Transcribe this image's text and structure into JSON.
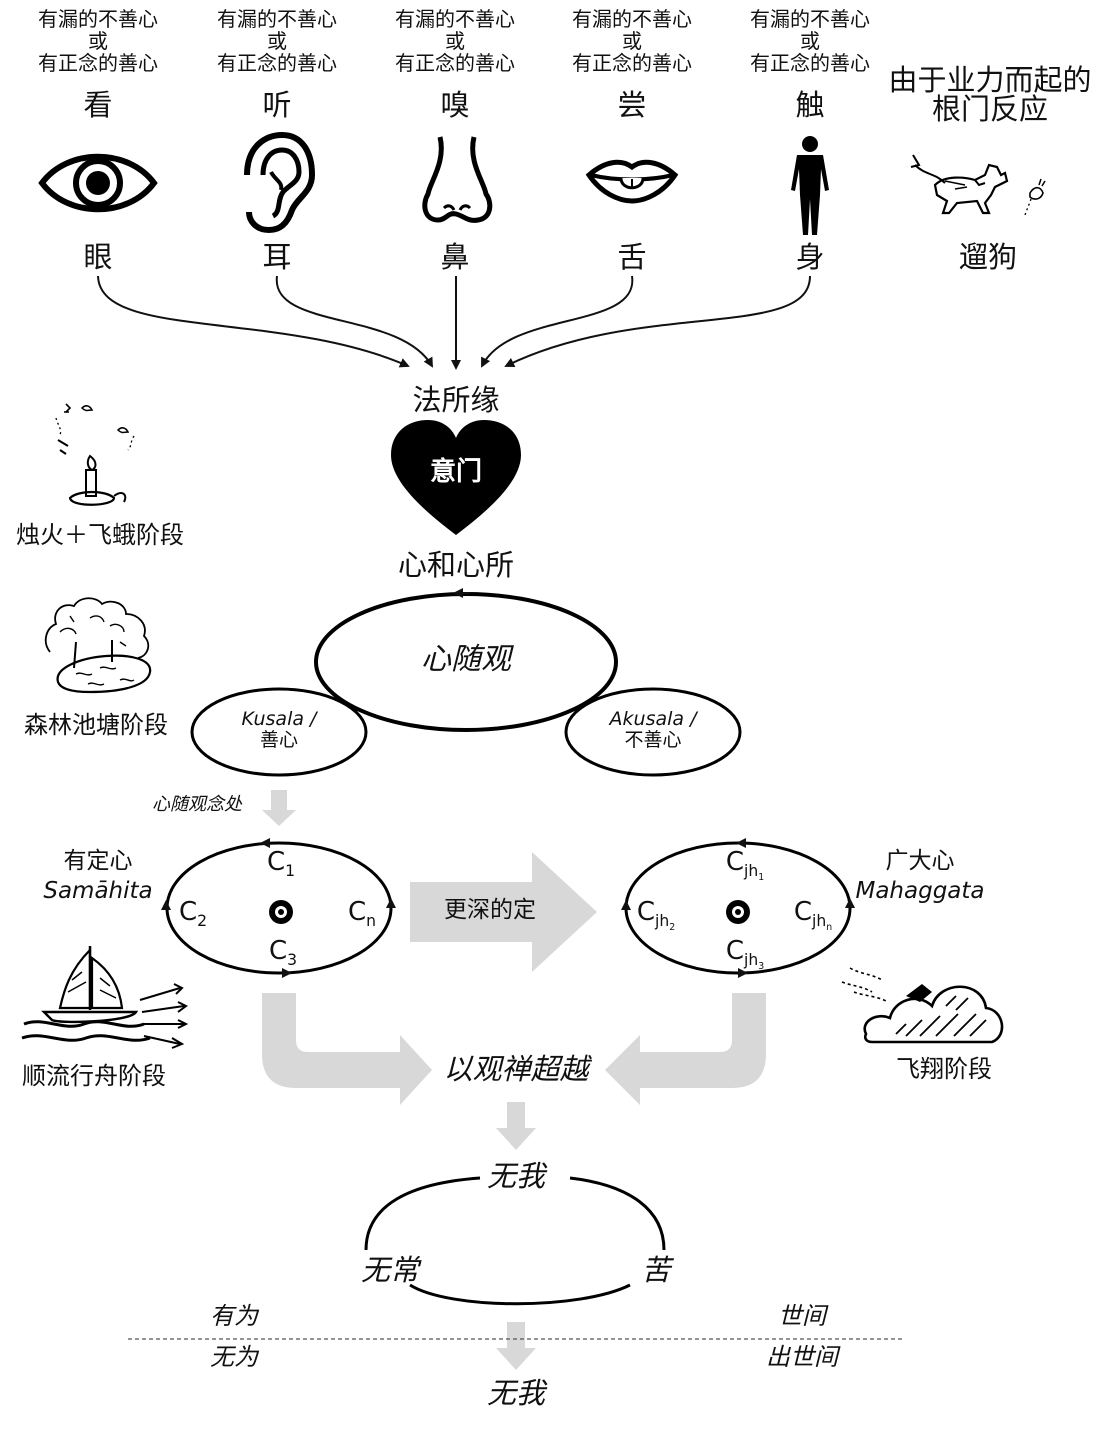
{
  "senses": [
    {
      "top_line1": "有漏的不善心",
      "top_line2": "或",
      "top_line3": "有正念的善心",
      "action": "看",
      "organ": "眼",
      "icon": "eye-icon"
    },
    {
      "top_line1": "有漏的不善心",
      "top_line2": "或",
      "top_line3": "有正念的善心",
      "action": "听",
      "organ": "耳",
      "icon": "ear-icon"
    },
    {
      "top_line1": "有漏的不善心",
      "top_line2": "或",
      "top_line3": "有正念的善心",
      "action": "嗅",
      "organ": "鼻",
      "icon": "nose-icon"
    },
    {
      "top_line1": "有漏的不善心",
      "top_line2": "或",
      "top_line3": "有正念的善心",
      "action": "尝",
      "organ": "舌",
      "icon": "tongue-icon"
    },
    {
      "top_line1": "有漏的不善心",
      "top_line2": "或",
      "top_line3": "有正念的善心",
      "action": "触",
      "organ": "身",
      "icon": "body-icon"
    }
  ],
  "karma": {
    "line1": "由于业力而起的",
    "line2": "根门反应",
    "caption": "遛狗",
    "icon": "dog-walking-icon"
  },
  "dhamma": "法所缘",
  "mind_door": "意门",
  "citta": "心和心所",
  "cittanupassana": "心随观",
  "kusala": {
    "line1": "Kusala /",
    "line2": "善心"
  },
  "akusala": {
    "line1": "Akusala /",
    "line2": "不善心"
  },
  "mindfulness_label": "心随观念处",
  "stages": {
    "candle": "烛火＋飞蛾阶段",
    "forest": "森林池塘阶段",
    "boat": "顺流行舟阶段",
    "flight": "飞翔阶段"
  },
  "samahita": {
    "line1": "有定心",
    "line2": "Samāhita"
  },
  "mahaggata": {
    "line1": "广大心",
    "line2": "Mahaggata"
  },
  "left_cycle": {
    "c": "C",
    "s1": "1",
    "s2": "2",
    "s3": "3",
    "sn": "n"
  },
  "right_cycle": {
    "c": "C",
    "s1": "jh",
    "s1b": "1",
    "s2": "jh",
    "s2b": "2",
    "s3": "jh",
    "s3b": "3",
    "sn": "jh",
    "snb": "n"
  },
  "deeper": "更深的定",
  "transcend": "以观禅超越",
  "anatta": "无我",
  "anicca": "无常",
  "dukkha": "苦",
  "conditioned": "有为",
  "unconditioned": "无为",
  "mundane": "世间",
  "supramundane": "出世间",
  "anatta_bottom": "无我"
}
